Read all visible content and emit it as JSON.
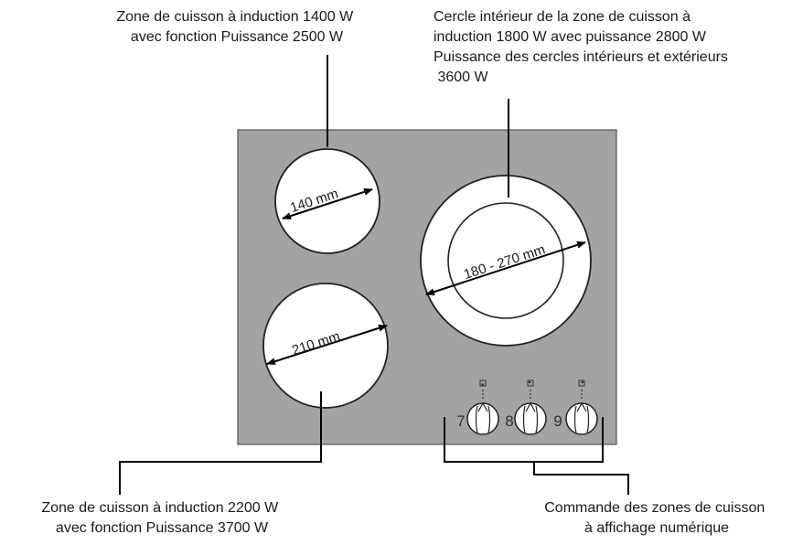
{
  "labels": {
    "top_left": [
      "Zone de cuisson à induction 1400 W",
      "avec fonction Puissance 2500 W"
    ],
    "top_right": [
      "Cercle intérieur de la zone de cuisson à",
      "induction 1800 W avec puissance 2800 W",
      "Puissance des cercles intérieurs et extérieurs",
      " 3600 W"
    ],
    "bottom_left": [
      "Zone de cuisson à induction 2200 W",
      "avec fonction Puissance 3700 W"
    ],
    "bottom_right": [
      "Commande des zones de cuisson",
      "à affichage numérique"
    ]
  },
  "zones": {
    "small": "140 mm",
    "large": "210 mm",
    "dual": "180 - 270 mm"
  },
  "knobs": [
    "7",
    "8",
    "9"
  ],
  "colors": {
    "panel": "#a3a3a3",
    "zone": "#ffffff",
    "line": "#000000"
  }
}
